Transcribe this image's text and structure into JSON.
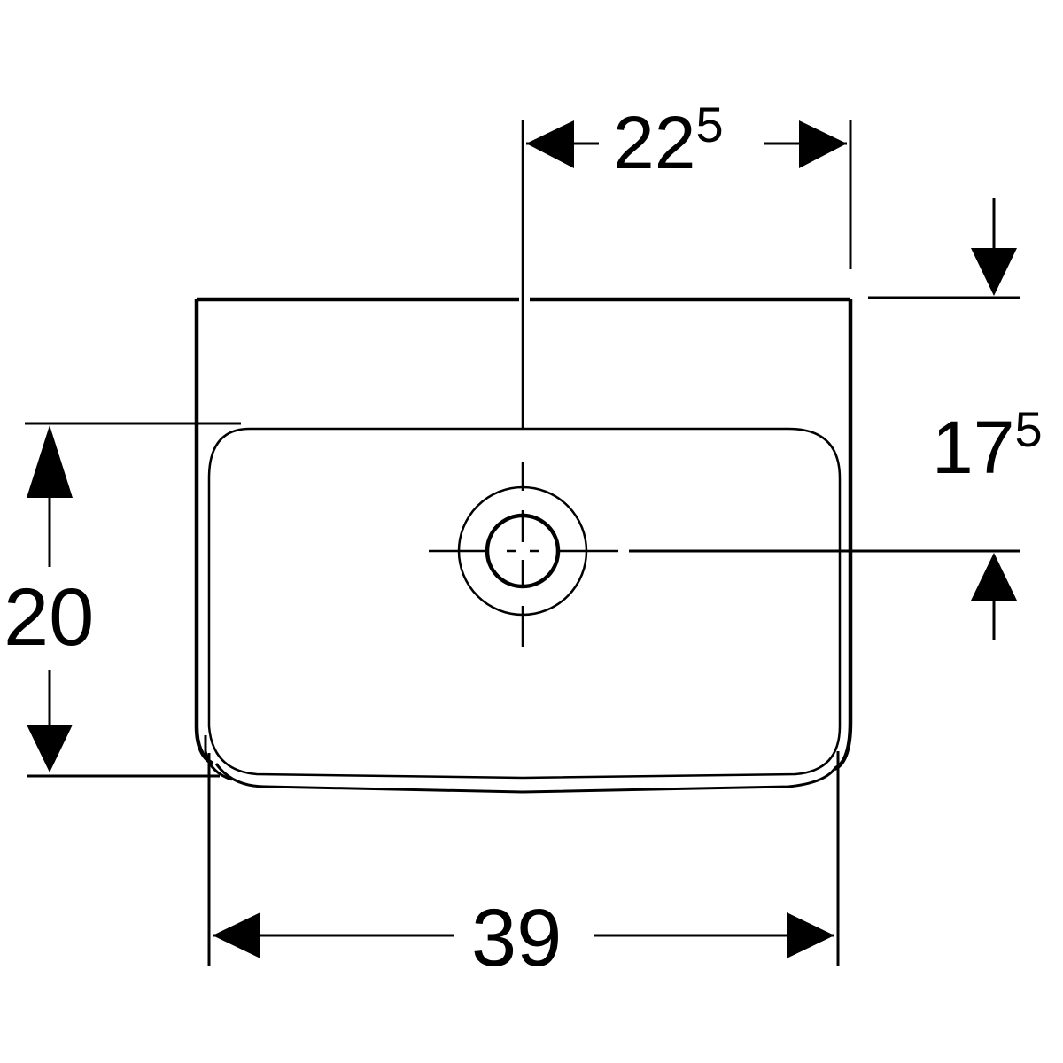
{
  "dimensions": {
    "top_offset": {
      "main": "22",
      "superscript": "5"
    },
    "right_offset": {
      "main": "17",
      "superscript": "5"
    },
    "bowl_depth": {
      "main": "20"
    },
    "overall_width": {
      "main": "39"
    }
  }
}
